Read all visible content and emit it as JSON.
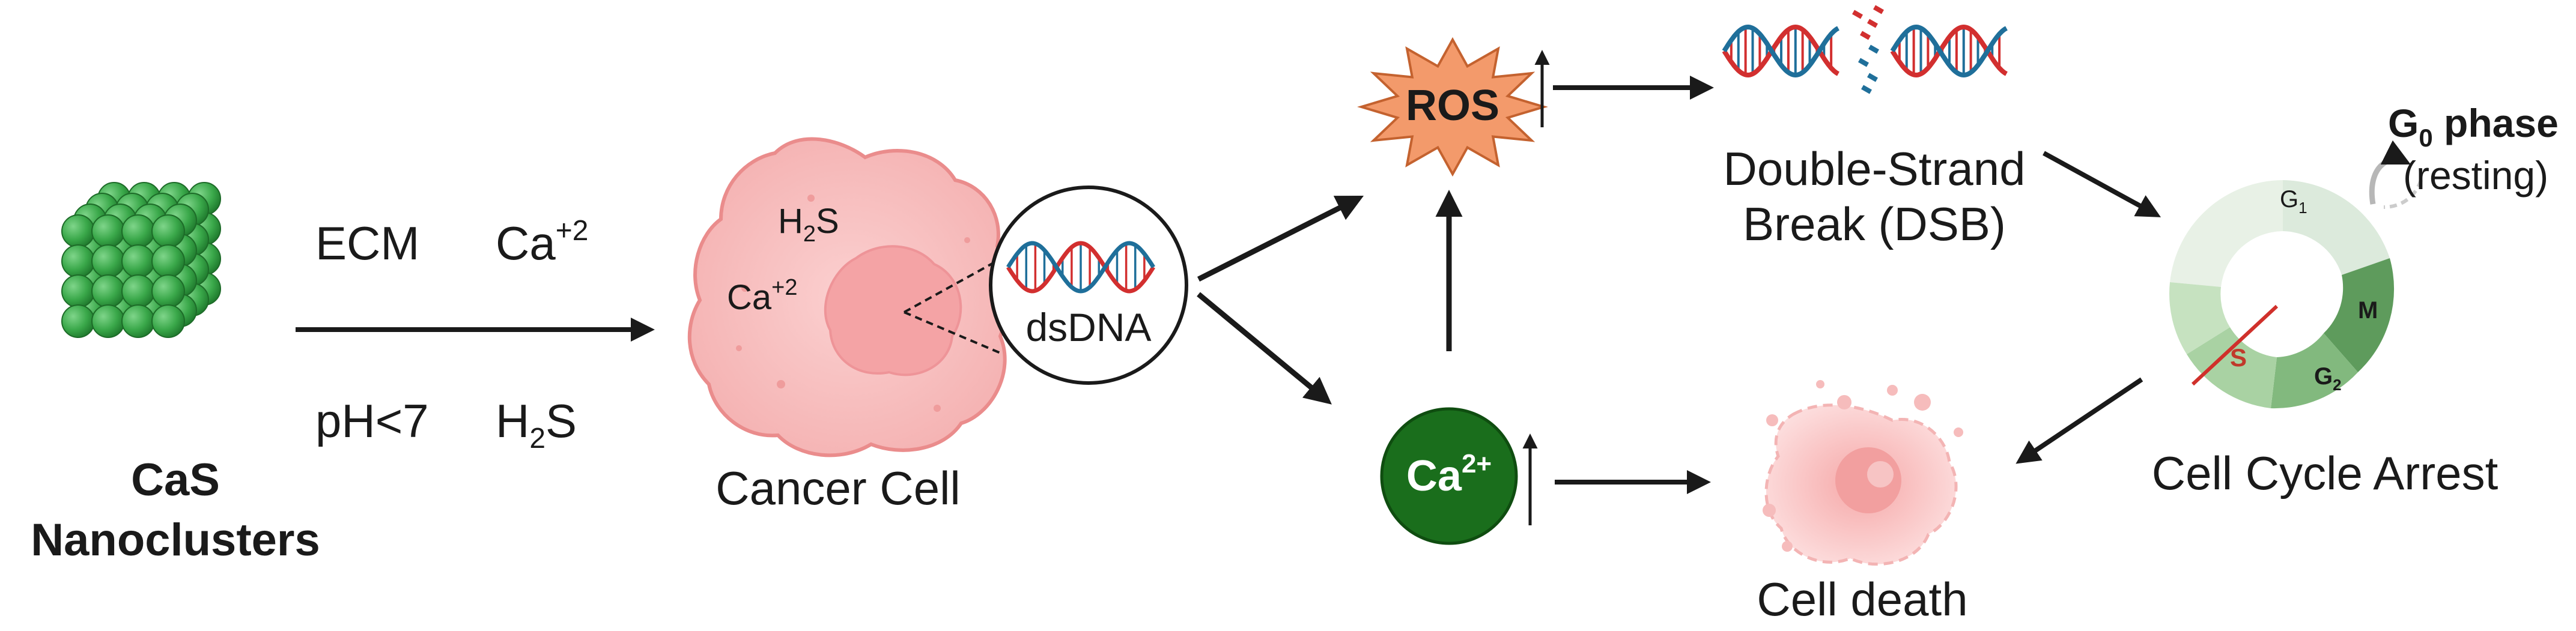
{
  "nanoclusters": {
    "label_line1": "CaS",
    "label_line2": "Nanoclusters"
  },
  "conditions": {
    "ecm": "ECM",
    "ca_base": "Ca",
    "ca_sup": "+2",
    "ph": "pH<7",
    "h2s_base": "H",
    "h2s_sub": "2",
    "h2s_end": "S"
  },
  "cancer_cell": {
    "label": "Cancer Cell",
    "h2s_base": "H",
    "h2s_sub": "2",
    "h2s_end": "S",
    "ca_base": "Ca",
    "ca_sup": "+2"
  },
  "dsdna": {
    "label": "dsDNA"
  },
  "ros": {
    "label": "ROS"
  },
  "calcium": {
    "base": "Ca",
    "sup": "2+"
  },
  "dsb": {
    "line1": "Double-Strand",
    "line2": "Break (DSB)"
  },
  "cell_cycle": {
    "label": "Cell Cycle Arrest",
    "g0_base": "G",
    "g0_sub": "0",
    "g0_end": " phase",
    "resting": "(resting)",
    "g1_base": "G",
    "g1_sub": "1",
    "m": "M",
    "g2_base": "G",
    "g2_sub": "2",
    "s": "S"
  },
  "cell_death": {
    "label": "Cell death"
  },
  "colors": {
    "arrow": "#1a1a1a",
    "cube": "#3aa84a",
    "cell": "#f6b4b4",
    "ros": "#f39a6b",
    "calcium": "#1a6e1c",
    "dna_red": "#d22f2f",
    "dna_blue": "#1f6f9a"
  }
}
